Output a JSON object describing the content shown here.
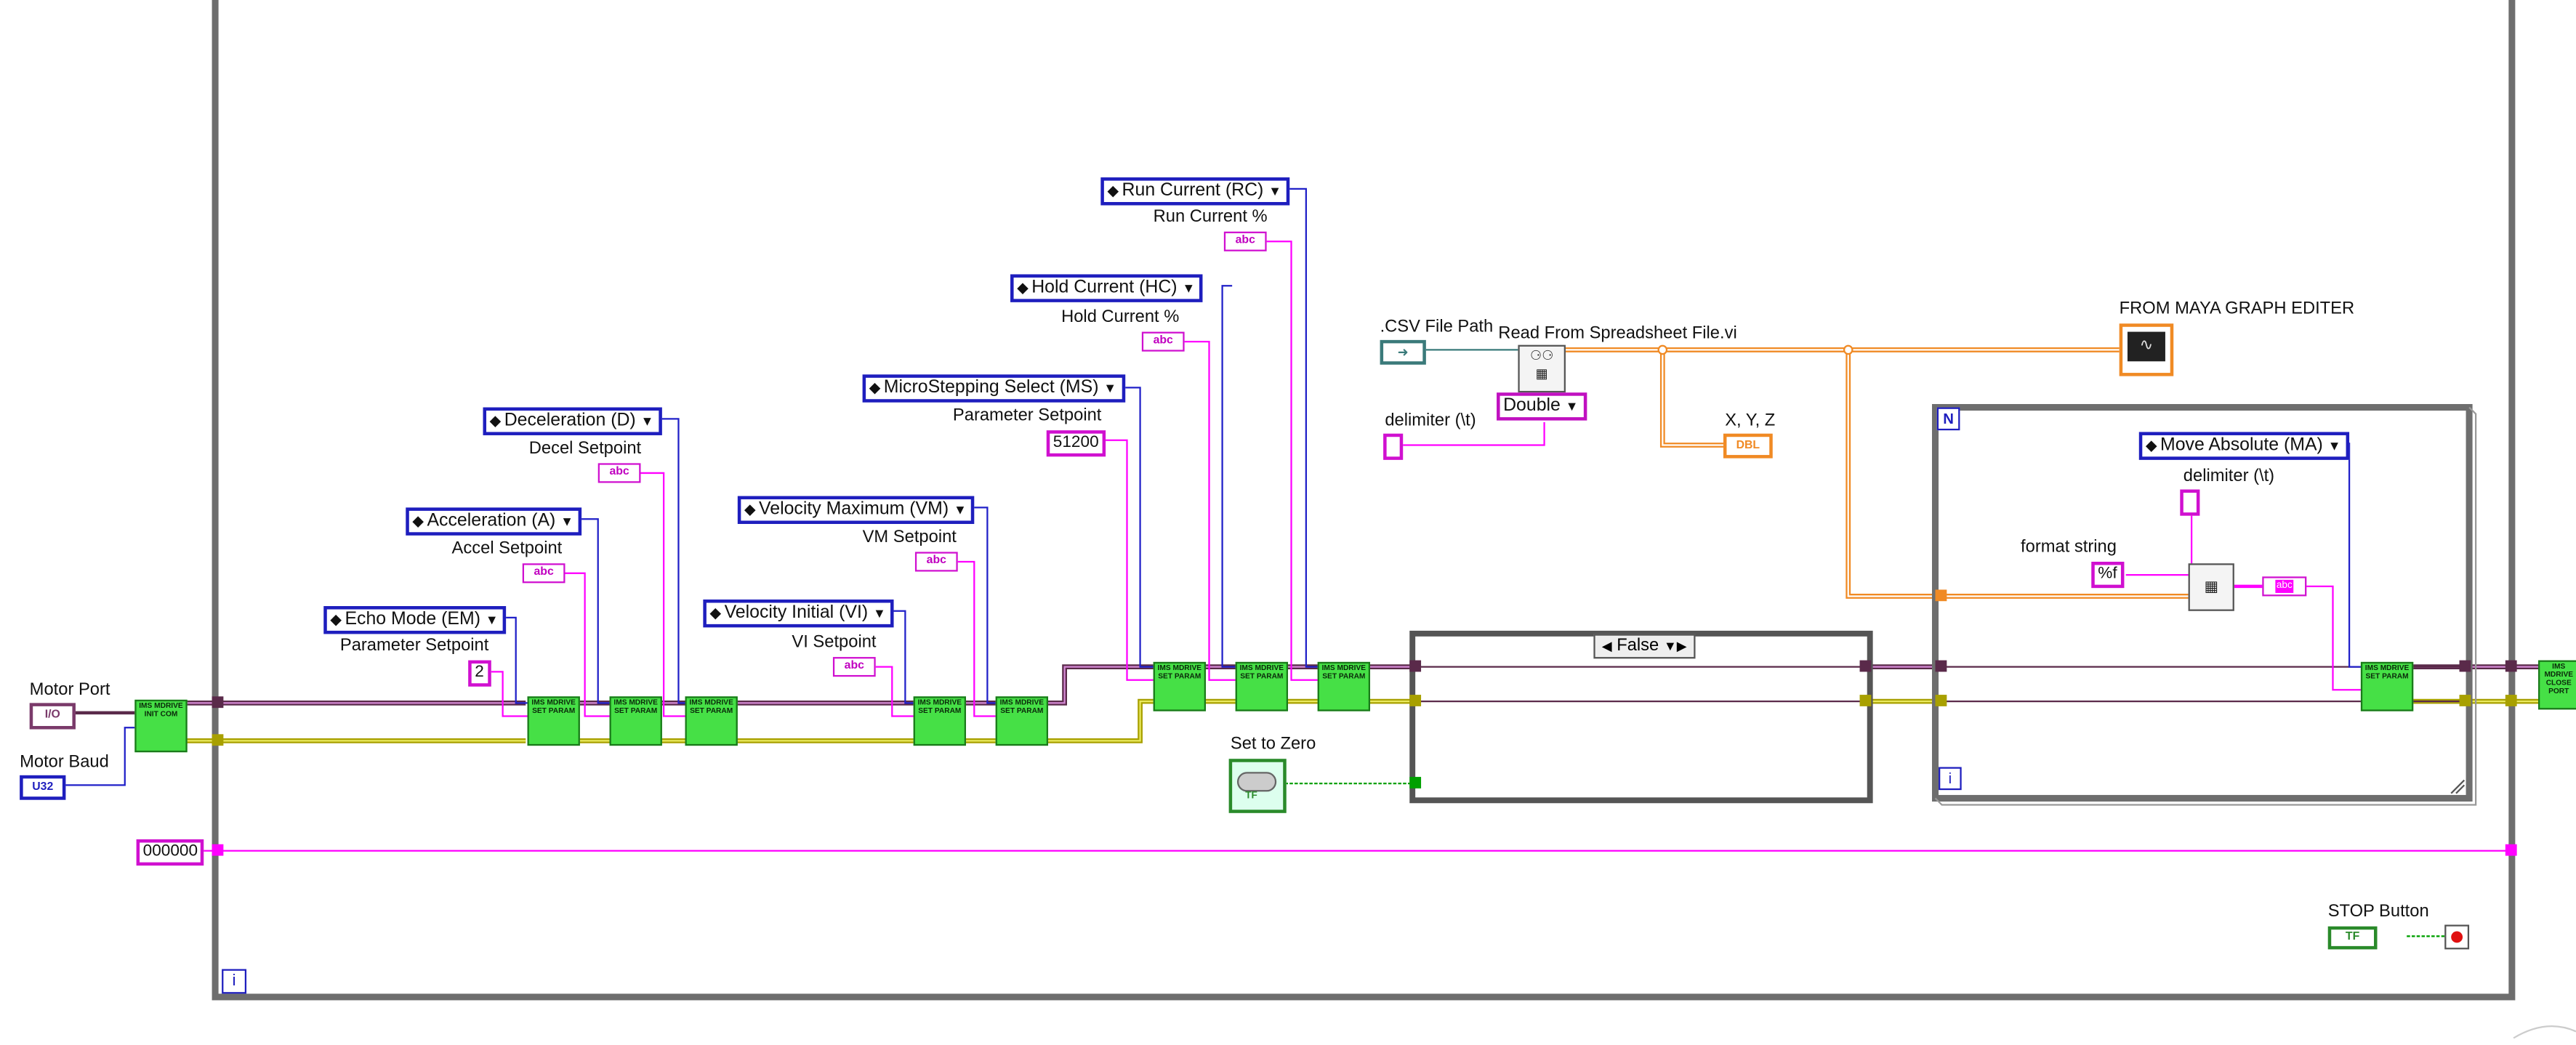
{
  "controls": {
    "motor_port": {
      "label": "Motor Port",
      "glyph": "I/O"
    },
    "motor_baud": {
      "label": "Motor Baud",
      "glyph": "U32"
    },
    "init_const": "000000"
  },
  "rings": {
    "echo_mode": "Echo Mode (EM)",
    "acceleration": "Acceleration (A)",
    "deceleration": "Deceleration (D)",
    "velocity_initial": "Velocity Initial (VI)",
    "velocity_maximum": "Velocity Maximum (VM)",
    "microstepping": "MicroStepping Select (MS)",
    "hold_current": "Hold Current (HC)",
    "run_current": "Run Current (RC)",
    "move_absolute": "Move Absolute (MA)"
  },
  "labels": {
    "param_setpoint_1": "Parameter Setpoint",
    "accel_setpoint": "Accel Setpoint",
    "decel_setpoint": "Decel Setpoint",
    "vi_setpoint": "VI Setpoint",
    "vm_setpoint": "VM Setpoint",
    "param_setpoint_2": "Parameter Setpoint",
    "hold_current_pct": "Hold Current %",
    "run_current_pct": "Run Current %",
    "csv_file_path": ".CSV File Path",
    "read_spreadsheet": "Read From Spreadsheet File.vi",
    "delimiter_1": "delimiter (\\t)",
    "xyz": "X, Y, Z",
    "from_maya": "FROM MAYA GRAPH EDITER",
    "delimiter_2": "delimiter (\\t)",
    "format_string": "format string",
    "set_to_zero": "Set to Zero",
    "stop_button": "STOP Button"
  },
  "constants": {
    "echo_value": "2",
    "ms_value": "51200",
    "format_value": "%f",
    "abc": "abc",
    "double_select": "Double",
    "case_selector": "False",
    "n_terminal": "N",
    "i_terminal": "i",
    "bool_glyph": "TF",
    "dbl_glyph": "DBL"
  },
  "subvis": {
    "init": "IMS MDRIVE INIT COM",
    "set_param": "IMS MDRIVE SET PARAM",
    "close": "IMS MDRIVE CLOSE PORT"
  },
  "colors": {
    "io_wire": "#5a2a4a",
    "error_wire": "#a8a000",
    "string_wire": "#ff00ff",
    "enum_wire": "#2020c8",
    "dbl_wire": "#f08a24",
    "bool_wire": "#00a000",
    "subvi_green": "#46e046"
  }
}
